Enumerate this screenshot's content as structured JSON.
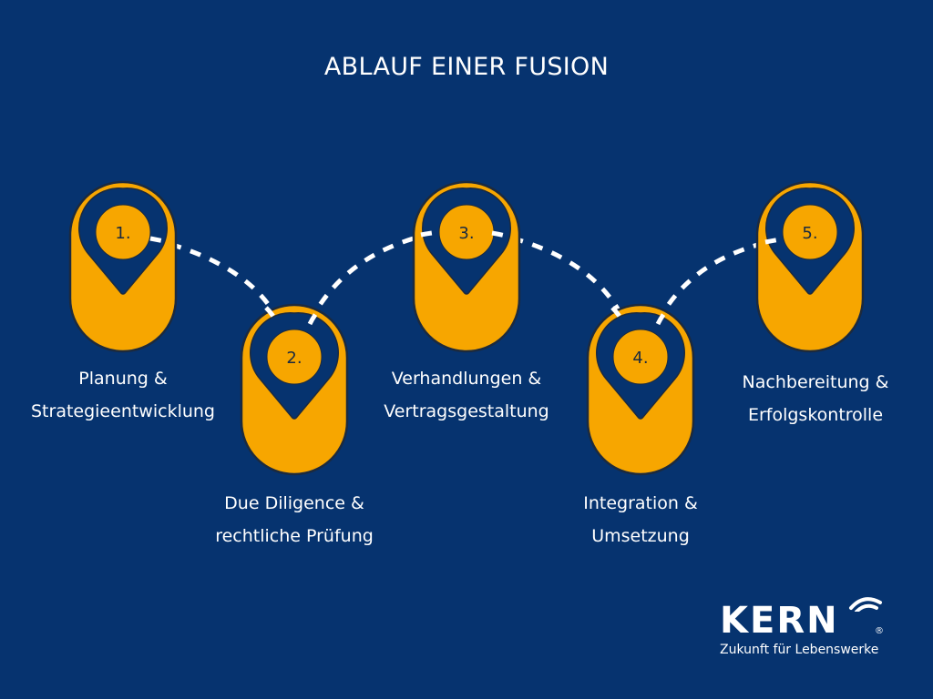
{
  "title": "ABLAUF EINER FUSION",
  "colors": {
    "background": "#06336F",
    "marker_fill": "#F7A600",
    "marker_outline": "#1C2A3E",
    "pin_fill": "#06336F",
    "connector": "#FFFFFF",
    "text": "#FFFFFF"
  },
  "steps": [
    {
      "number": "1.",
      "line1": "Planung &",
      "line2": "Strategieentwicklung"
    },
    {
      "number": "2.",
      "line1": "Due Diligence &",
      "line2": "rechtliche Prüfung"
    },
    {
      "number": "3.",
      "line1": "Verhandlungen &",
      "line2": "Vertragsgestaltung"
    },
    {
      "number": "4.",
      "line1": "Integration &",
      "line2": "Umsetzung"
    },
    {
      "number": "5.",
      "line1": "Nachbereitung &",
      "line2": "Erfolgskontrolle"
    }
  ],
  "logo": {
    "wordmark": "KERN",
    "registered": "®",
    "tagline": "Zukunft für Lebenswerke"
  }
}
